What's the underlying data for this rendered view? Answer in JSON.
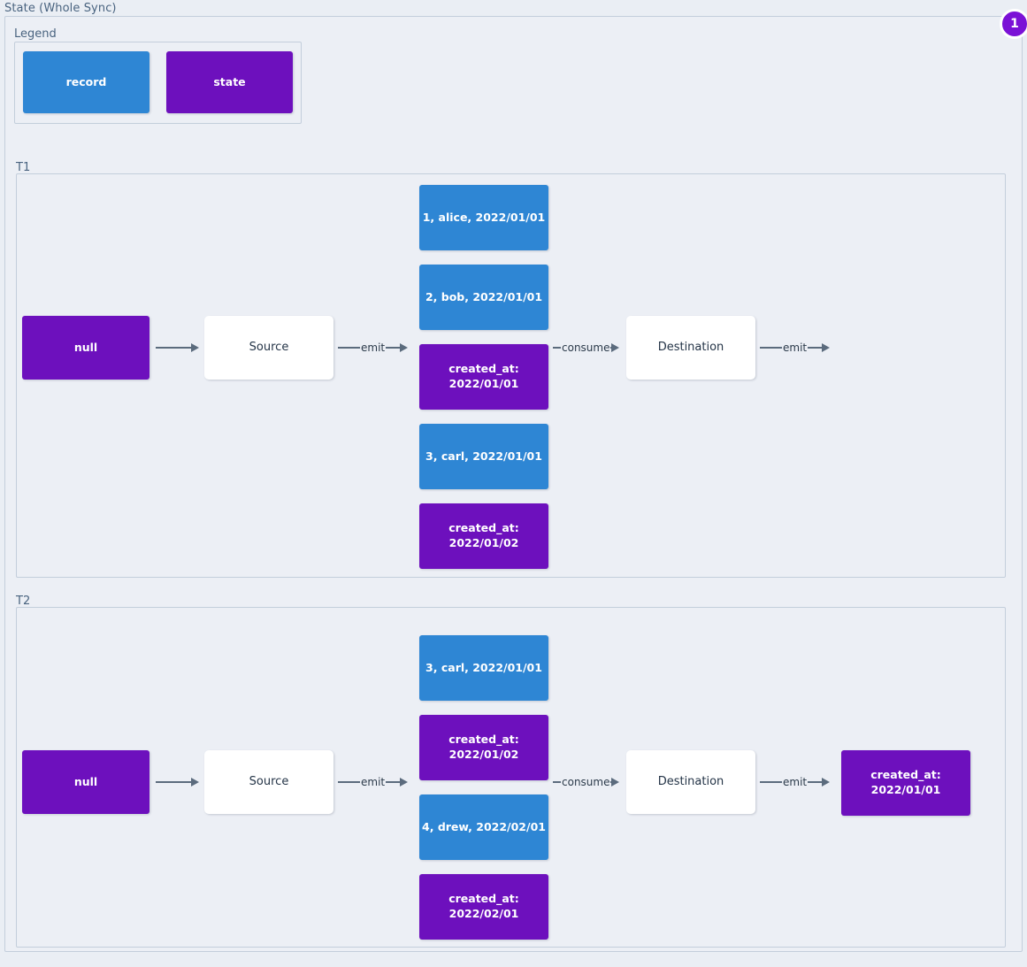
{
  "diagram": {
    "title": "State (Whole Sync)",
    "badge": "1",
    "colors": {
      "record": "#2e86d4",
      "state": "#6d10bd",
      "background": "#eaeef4",
      "group_border": "#c3cedb",
      "edge": "#5b6b7d",
      "badge": "#7b11d6"
    }
  },
  "legend": {
    "label": "Legend",
    "items": [
      {
        "label": "record",
        "type": "record"
      },
      {
        "label": "state",
        "type": "state"
      }
    ]
  },
  "transactions": [
    {
      "label": "T1",
      "initial_state": "null",
      "source": "Source",
      "destination": "Destination",
      "edges": {
        "state_to_source": "",
        "source_emit": "emit",
        "consume": "consume",
        "destination_emit": "emit"
      },
      "stream": [
        {
          "type": "record",
          "label": "1, alice, 2022/01/01"
        },
        {
          "type": "record",
          "label": "2, bob, 2022/01/01"
        },
        {
          "type": "state",
          "label": "created_at:\n2022/01/01"
        },
        {
          "type": "record",
          "label": "3, carl, 2022/01/01"
        },
        {
          "type": "state",
          "label": "created_at:\n2022/01/02"
        }
      ],
      "final_state": null
    },
    {
      "label": "T2",
      "initial_state": "null",
      "source": "Source",
      "destination": "Destination",
      "edges": {
        "state_to_source": "",
        "source_emit": "emit",
        "consume": "consume",
        "destination_emit": "emit"
      },
      "stream": [
        {
          "type": "record",
          "label": "3, carl, 2022/01/01"
        },
        {
          "type": "state",
          "label": "created_at:\n2022/01/02"
        },
        {
          "type": "record",
          "label": "4, drew, 2022/02/01"
        },
        {
          "type": "state",
          "label": "created_at:\n2022/02/01"
        }
      ],
      "final_state": "created_at:\n2022/01/01"
    }
  ]
}
